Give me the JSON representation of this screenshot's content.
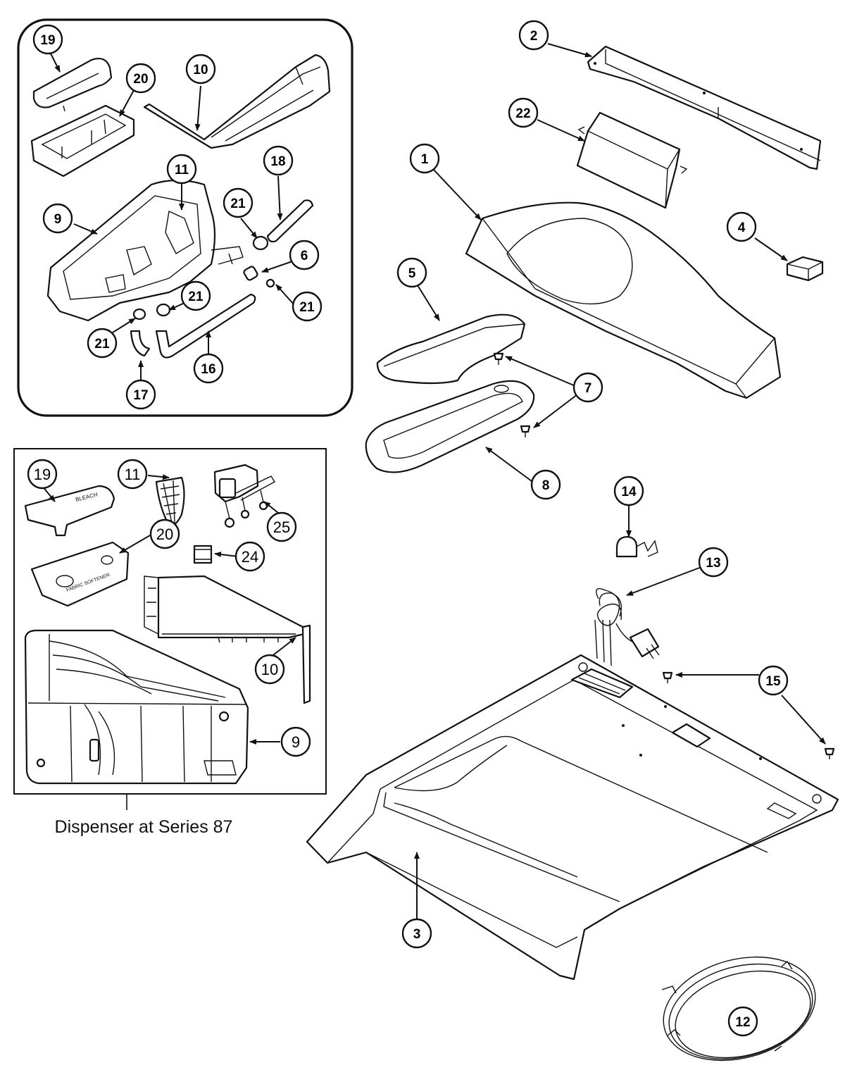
{
  "caption": "Dispenser at Series 87",
  "callouts": {
    "inset_top": [
      "19",
      "20",
      "10",
      "11",
      "18",
      "21",
      "9",
      "6",
      "21",
      "21",
      "21",
      "16",
      "17"
    ],
    "inset_bottom": [
      "19",
      "11",
      "25",
      "20",
      "24",
      "10",
      "9"
    ],
    "main": [
      "2",
      "22",
      "1",
      "4",
      "5",
      "7",
      "8",
      "14",
      "13",
      "15",
      "3",
      "12"
    ]
  },
  "printed_text": {
    "bleach_label": "BLEACH",
    "fabric_softener_label": "FABRIC SOFTENER"
  }
}
